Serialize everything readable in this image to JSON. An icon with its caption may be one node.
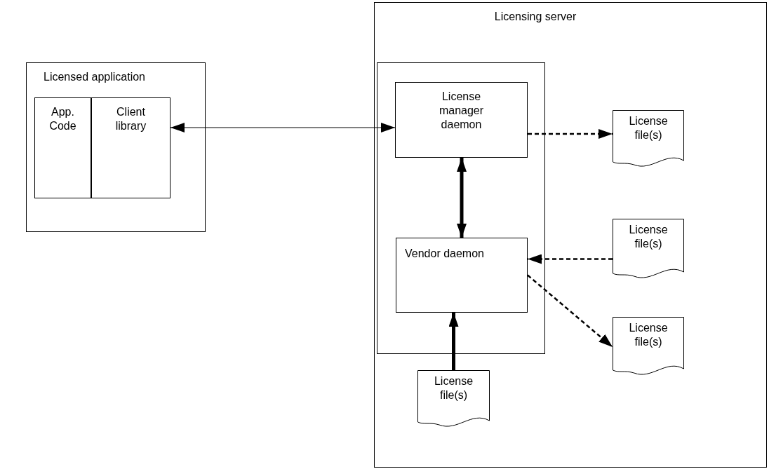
{
  "diagram": {
    "nodes": [
      {
        "text": [
          "Licensed application"
        ]
      },
      {
        "text": [
          "App. Code"
        ],
        "in": 0
      },
      {
        "text": [
          "Client library"
        ],
        "in": 0
      },
      {
        "text": [
          "Licensing server"
        ]
      },
      {
        "text": [],
        "shape": "box",
        "in": 3
      },
      {
        "text": [
          "License manager daemon"
        ],
        "in": 4
      },
      {
        "text": [
          "Vendor daemon"
        ],
        "in": 4
      },
      {
        "text": [
          "License file(s)"
        ],
        "in": 3
      },
      {
        "text": [
          "License file(s)"
        ],
        "in": 3
      },
      {
        "text": [
          "License file(s)"
        ],
        "in": 3
      },
      {
        "text": [
          "License file(s)"
        ],
        "in": 3
      }
    ],
    "edges": [
      {
        "from": 2,
        "to": 5,
        "arrow": "both"
      },
      {
        "from": 5,
        "to": 7,
        "arrow": "to",
        "style": "dashed"
      },
      {
        "from": 5,
        "to": 6,
        "arrow": "both",
        "style": "thick"
      },
      {
        "from": 8,
        "to": 6,
        "arrow": "to",
        "style": "dashed"
      },
      {
        "from": 6,
        "to": 9,
        "arrow": "to",
        "style": "dashed"
      },
      {
        "from": 10,
        "to": 6,
        "arrow": "to",
        "style": "thick"
      }
    ]
  }
}
